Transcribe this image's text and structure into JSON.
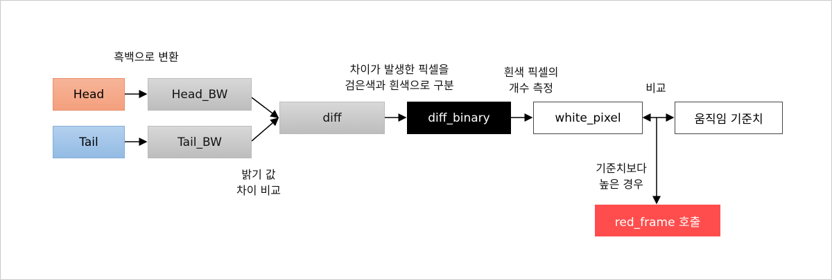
{
  "nodes": {
    "head": "Head",
    "tail": "Tail",
    "head_bw": "Head_BW",
    "tail_bw": "Tail_BW",
    "diff": "diff",
    "diff_binary": "diff_binary",
    "white_pixel": "white_pixel",
    "threshold": "움직임 기준치",
    "red_frame": "red_frame 호출"
  },
  "labels": {
    "to_bw": "흑백으로 변환",
    "brightness": [
      "밝기 값",
      "차이 비교"
    ],
    "binary": [
      "차이가 발생한 픽셀을",
      "검은색과 흰색으로 구분"
    ],
    "count": [
      "흰색 픽셀의",
      "개수 측정"
    ],
    "compare": "비교",
    "higher": [
      "기준치보다",
      "높은 경우"
    ]
  },
  "colors": {
    "head": "#f4a582",
    "tail": "#9dc3e6",
    "red_frame": "#ff4d4d",
    "diff_binary": "#000000"
  }
}
